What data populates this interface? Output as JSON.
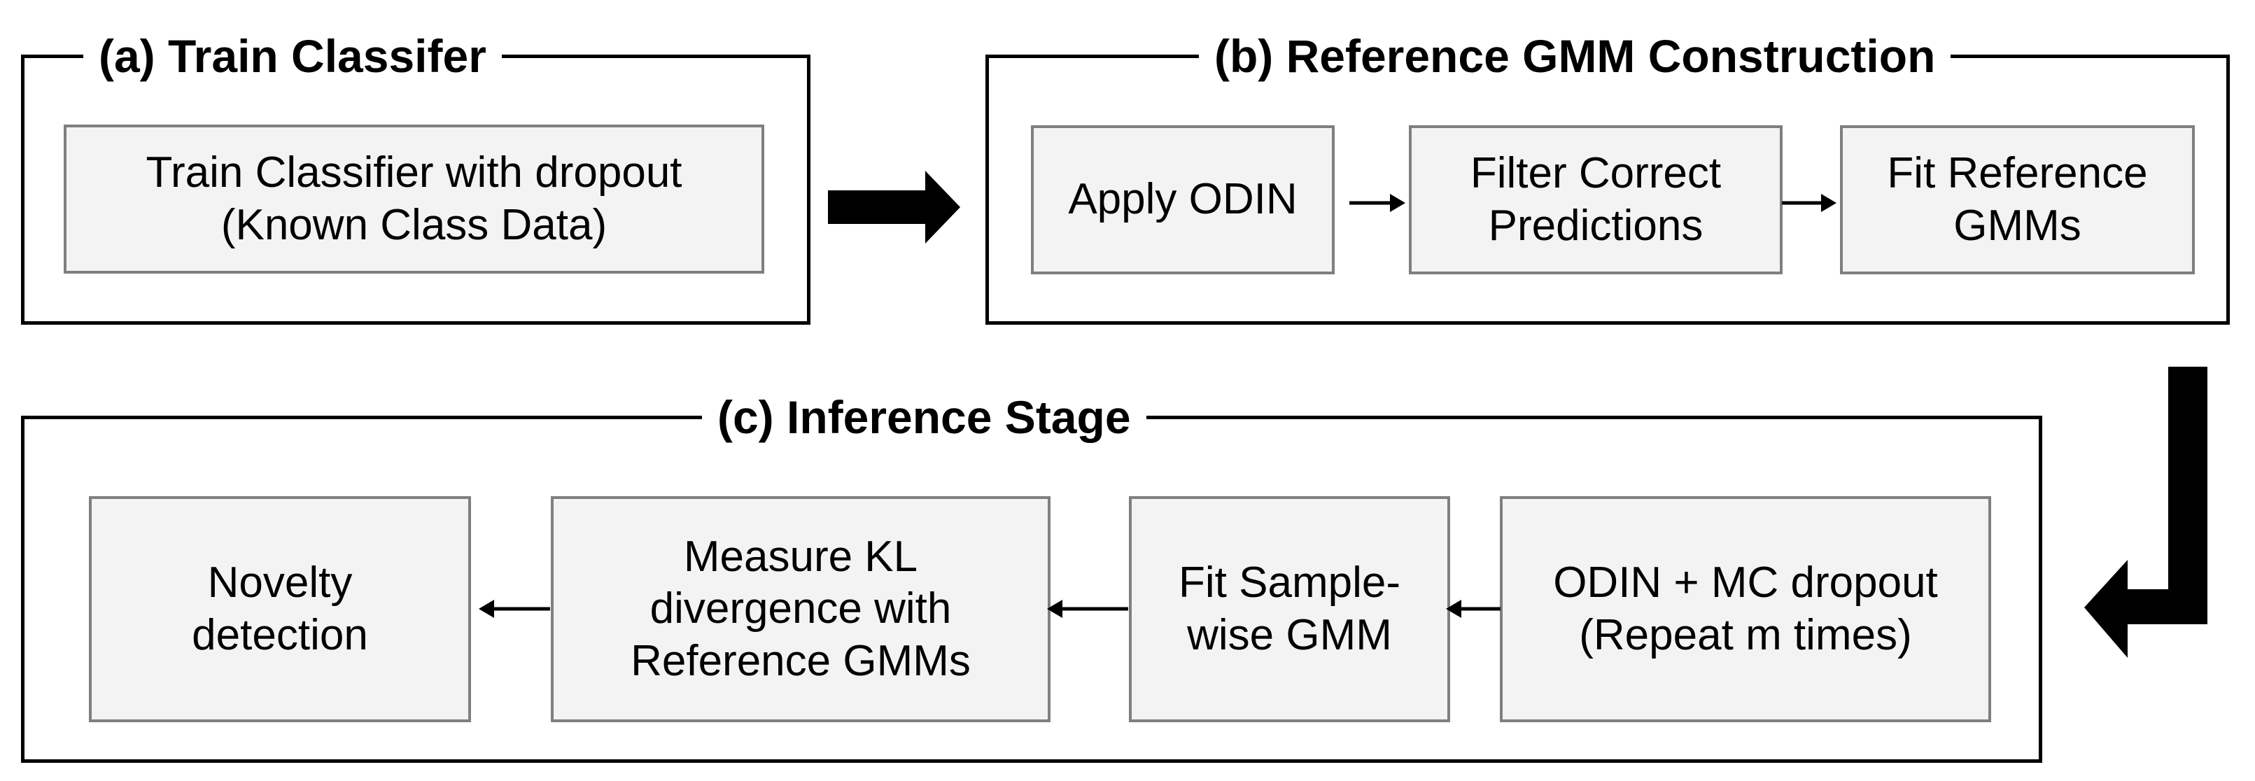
{
  "stages": {
    "train": {
      "title": "(a) Train Classifer",
      "step": "Train Classifier with dropout\n(Known Class Data)"
    },
    "reference": {
      "title": "(b) Reference GMM Construction",
      "steps": [
        "Apply ODIN",
        "Filter Correct\nPredictions",
        "Fit Reference\nGMMs"
      ]
    },
    "inference": {
      "title": "(c) Inference Stage",
      "steps": [
        "Novelty\ndetection",
        "Measure KL\ndivergence with\nReference GMMs",
        "Fit Sample-\nwise GMM",
        "ODIN + MC dropout\n(Repeat m times)"
      ]
    }
  },
  "colors": {
    "box_fill": "#f3f3f3",
    "box_border": "#7f7f7f",
    "frame_border": "#000000",
    "arrow": "#000000"
  }
}
